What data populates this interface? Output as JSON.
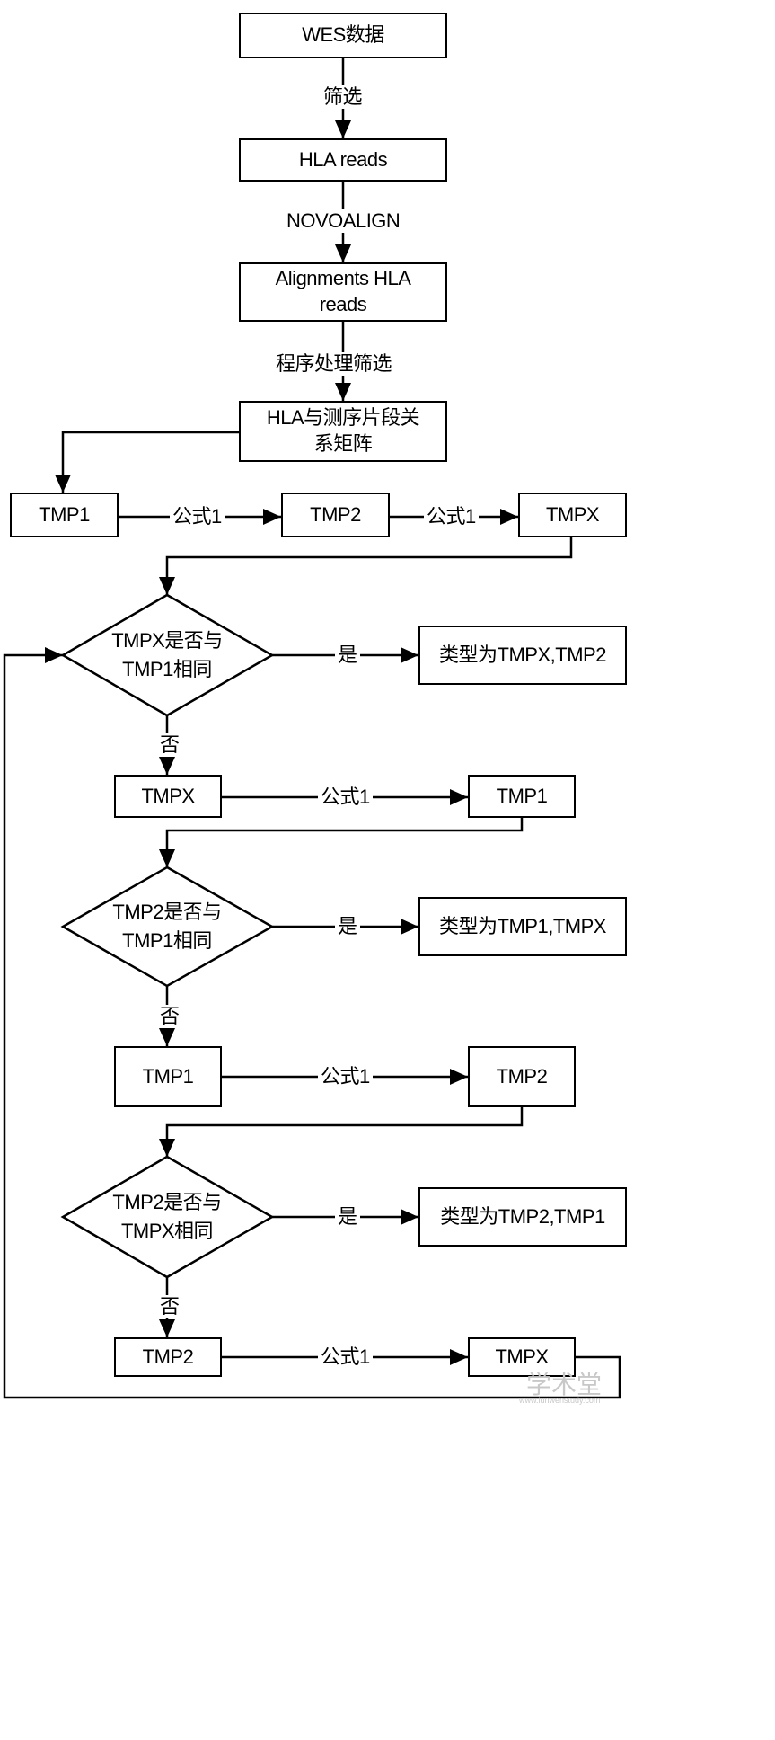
{
  "nodes": {
    "wes": "WES数据",
    "hla_reads": "HLA reads",
    "alignments_1": "Alignments HLA",
    "alignments_2": "reads",
    "matrix_1": "HLA与测序片段关",
    "matrix_2": "系矩阵",
    "r1_tmp1": "TMP1",
    "r1_tmp2": "TMP2",
    "r1_tmpx": "TMPX",
    "d1_line1": "TMPX是否与",
    "d1_line2": "TMP1相同",
    "res1": "类型为TMPX,TMP2",
    "r2_tmpx": "TMPX",
    "r2_tmp1": "TMP1",
    "d2_line1": "TMP2是否与",
    "d2_line2": "TMP1相同",
    "res2": "类型为TMP1,TMPX",
    "r3_tmp1": "TMP1",
    "r3_tmp2": "TMP2",
    "d3_line1": "TMP2是否与",
    "d3_line2": "TMPX相同",
    "res3": "类型为TMP2,TMP1",
    "r4_tmp2": "TMP2",
    "r4_tmpx": "TMPX"
  },
  "edges": {
    "filter": "筛选",
    "novoalign": "NOVOALIGN",
    "program_filter": "程序处理筛选",
    "formula": "公式1",
    "yes": "是",
    "no": "否"
  },
  "watermark": {
    "logo": "学术堂",
    "url": "www.lunwenstudy.com"
  }
}
